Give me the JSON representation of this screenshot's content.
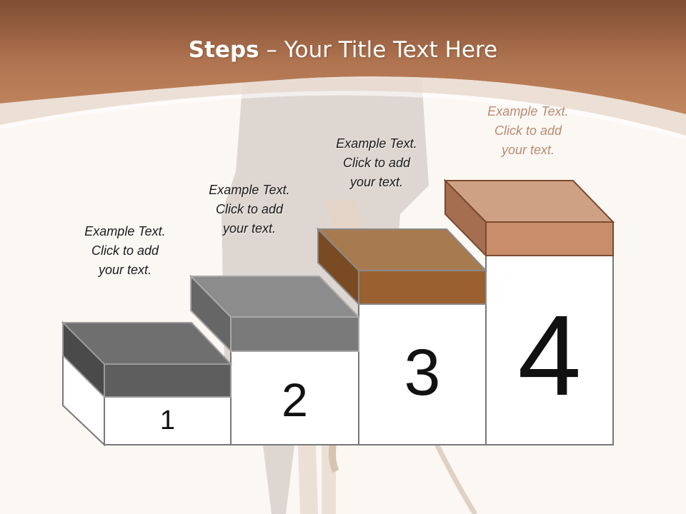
{
  "title": {
    "bold": "Steps",
    "rest": " – Your Title Text Here"
  },
  "steps": [
    {
      "number": "1",
      "caption": [
        "Example Text.",
        "Click  to add",
        "your text."
      ]
    },
    {
      "number": "2",
      "caption": [
        "Example Text.",
        "Click  to add",
        "your text."
      ]
    },
    {
      "number": "3",
      "caption": [
        "Example Text.",
        "Click  to add",
        "your text."
      ]
    },
    {
      "number": "4",
      "caption": [
        "Example Text.",
        "Click  to add",
        "your text."
      ]
    }
  ],
  "colors": {
    "header": "#b67a55",
    "header_dark": "#8a5538",
    "caption_text": "#1a1a1a",
    "caption_text_highlight": "#b98a6f",
    "step1_top": "#6e6e6e",
    "step2_top": "#8a8a8a",
    "step3_top": "#a06a3a",
    "step4_top": "#c99474"
  }
}
